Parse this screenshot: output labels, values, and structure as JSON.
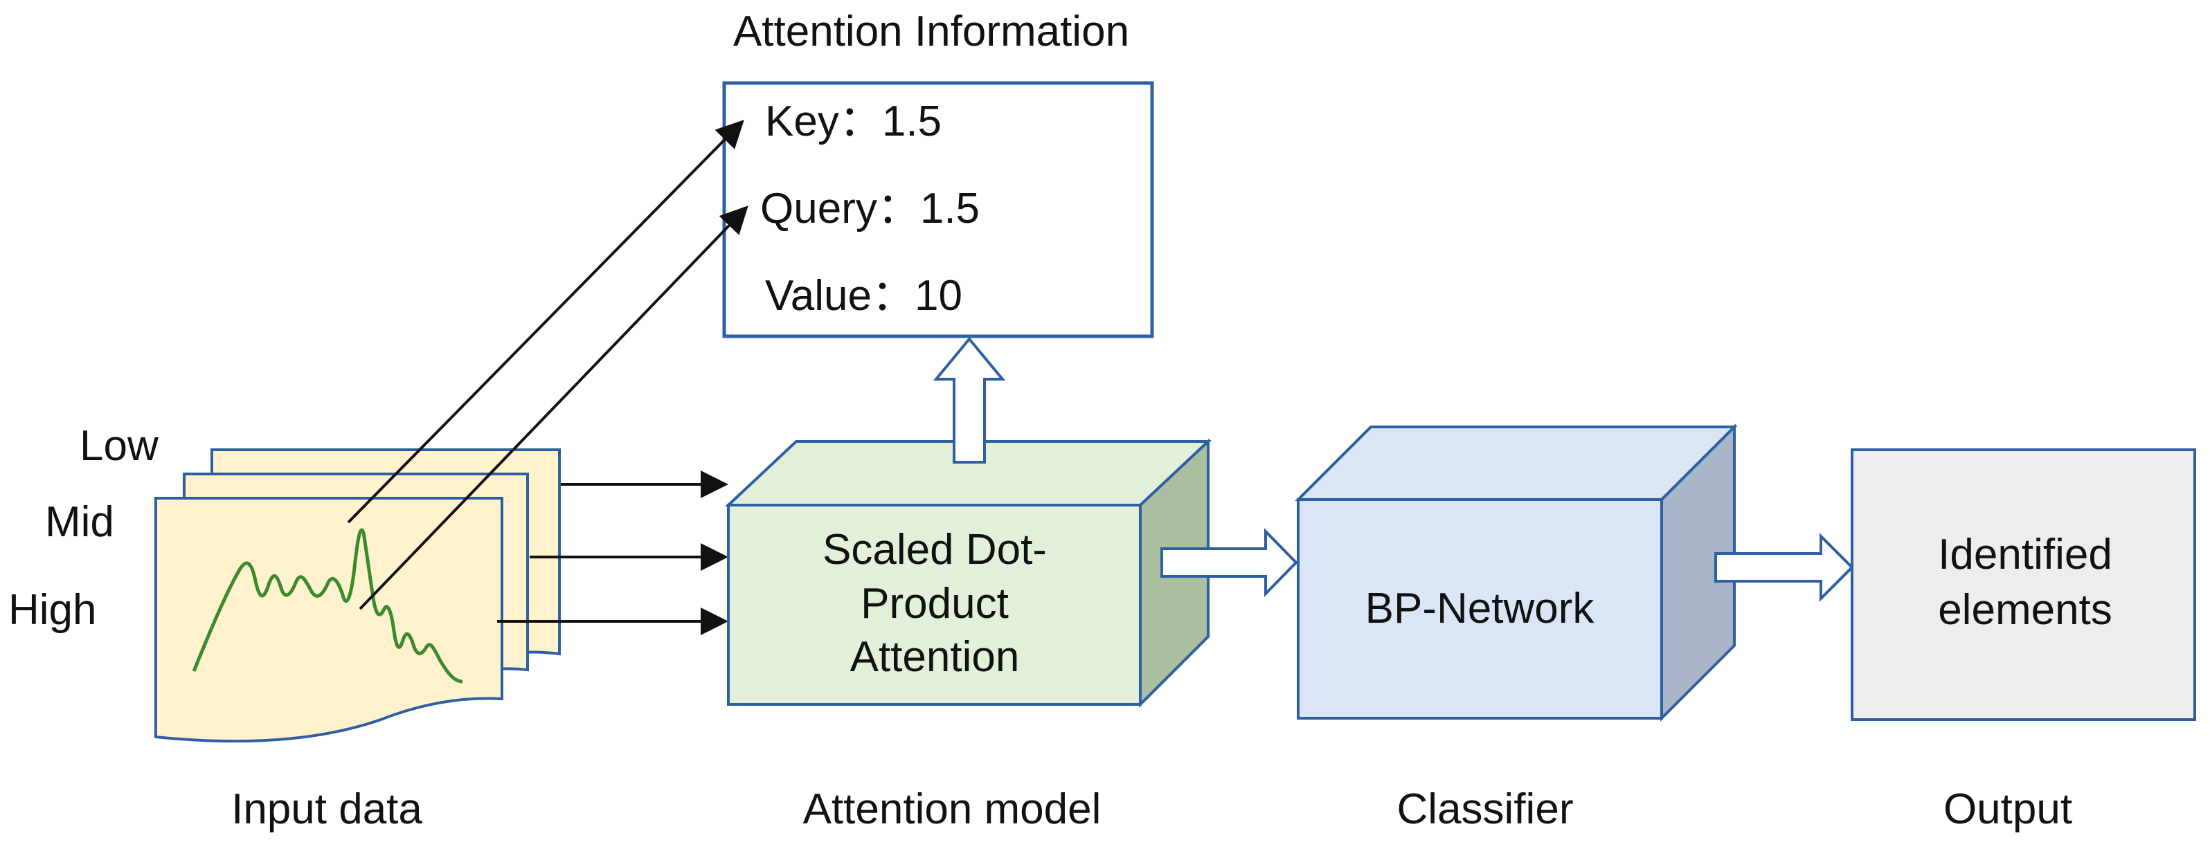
{
  "attention_info": {
    "title": "Attention Information",
    "key": "Key：1.5",
    "query": "Query：1.5",
    "value": "Value：10"
  },
  "input": {
    "layers": [
      "Low",
      "Mid",
      "High"
    ],
    "caption": "Input data"
  },
  "attention_model": {
    "lines": [
      "Scaled Dot-",
      "Product",
      "Attention"
    ],
    "caption": "Attention model"
  },
  "classifier": {
    "label": "BP-Network",
    "caption": "Classifier"
  },
  "output": {
    "lines": [
      "Identified",
      "elements"
    ],
    "caption": "Output"
  },
  "colors": {
    "border_blue": "#2E5FA3",
    "input_fill": "#FFF2CC",
    "attention_front": "#E2F0D9",
    "attention_side": "#A9BFA0",
    "classifier_front": "#DAE6F6",
    "classifier_side": "#A8B6C8",
    "output_fill": "#EDEDED",
    "signal_green": "#3A8A2E"
  }
}
